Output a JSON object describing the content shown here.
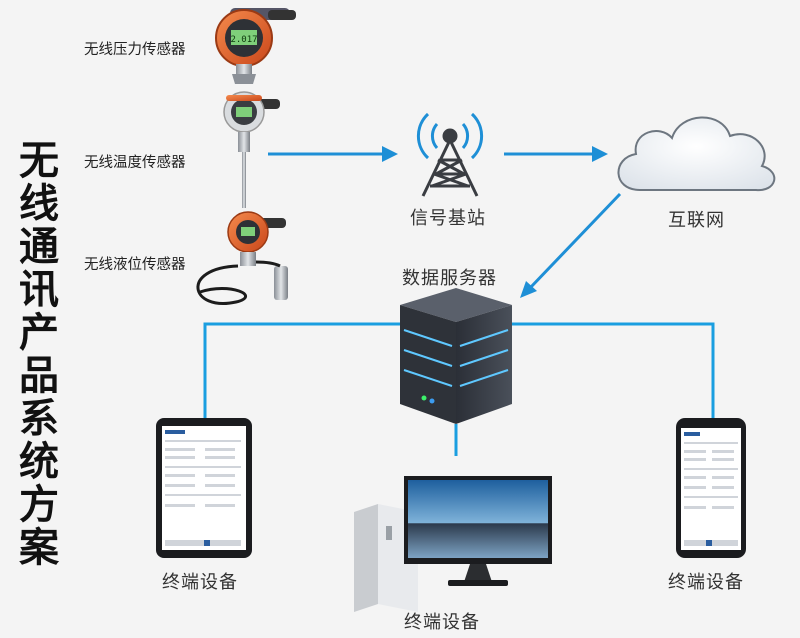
{
  "title_chars": [
    "无",
    "线",
    "通",
    "讯",
    "产",
    "品",
    "系",
    "统",
    "方",
    "案"
  ],
  "sensors": [
    {
      "label": "无线压力传感器",
      "display": "2.017"
    },
    {
      "label": "无线温度传感器",
      "display": ""
    },
    {
      "label": "无线液位传感器",
      "display": ""
    }
  ],
  "base_station": {
    "label": "信号基站"
  },
  "internet": {
    "label": "互联网"
  },
  "server": {
    "label": "数据服务器"
  },
  "terminals": [
    {
      "label": "终端设备"
    },
    {
      "label": "终端设备"
    },
    {
      "label": "终端设备"
    }
  ],
  "colors": {
    "link": "#1a9ee0",
    "arrow": "#1e8fd6",
    "sensor_orange": "#e8602a",
    "title": "#111111"
  }
}
